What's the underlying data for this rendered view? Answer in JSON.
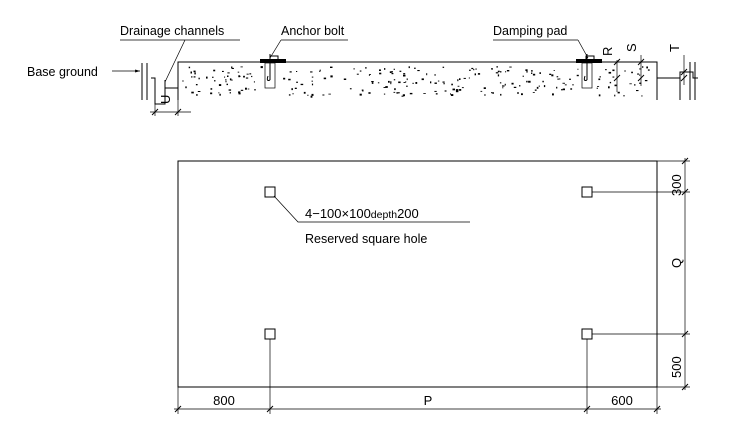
{
  "section_view": {
    "labels": {
      "drainage": "Drainage channels",
      "anchor": "Anchor bolt",
      "damping": "Damping pad",
      "base_ground": "Base ground"
    },
    "dims": {
      "u": "U",
      "r": "R",
      "s": "S",
      "t": "T"
    }
  },
  "plan_view": {
    "hole_spec_prefix": "4−100×100",
    "hole_spec_depth_word": "depth",
    "hole_spec_depth_value": "200",
    "hole_desc": "Reserved square hole",
    "dims": {
      "left": "800",
      "middle": "P",
      "right": "600",
      "top": "300",
      "center": "Q",
      "bottom": "500"
    }
  }
}
